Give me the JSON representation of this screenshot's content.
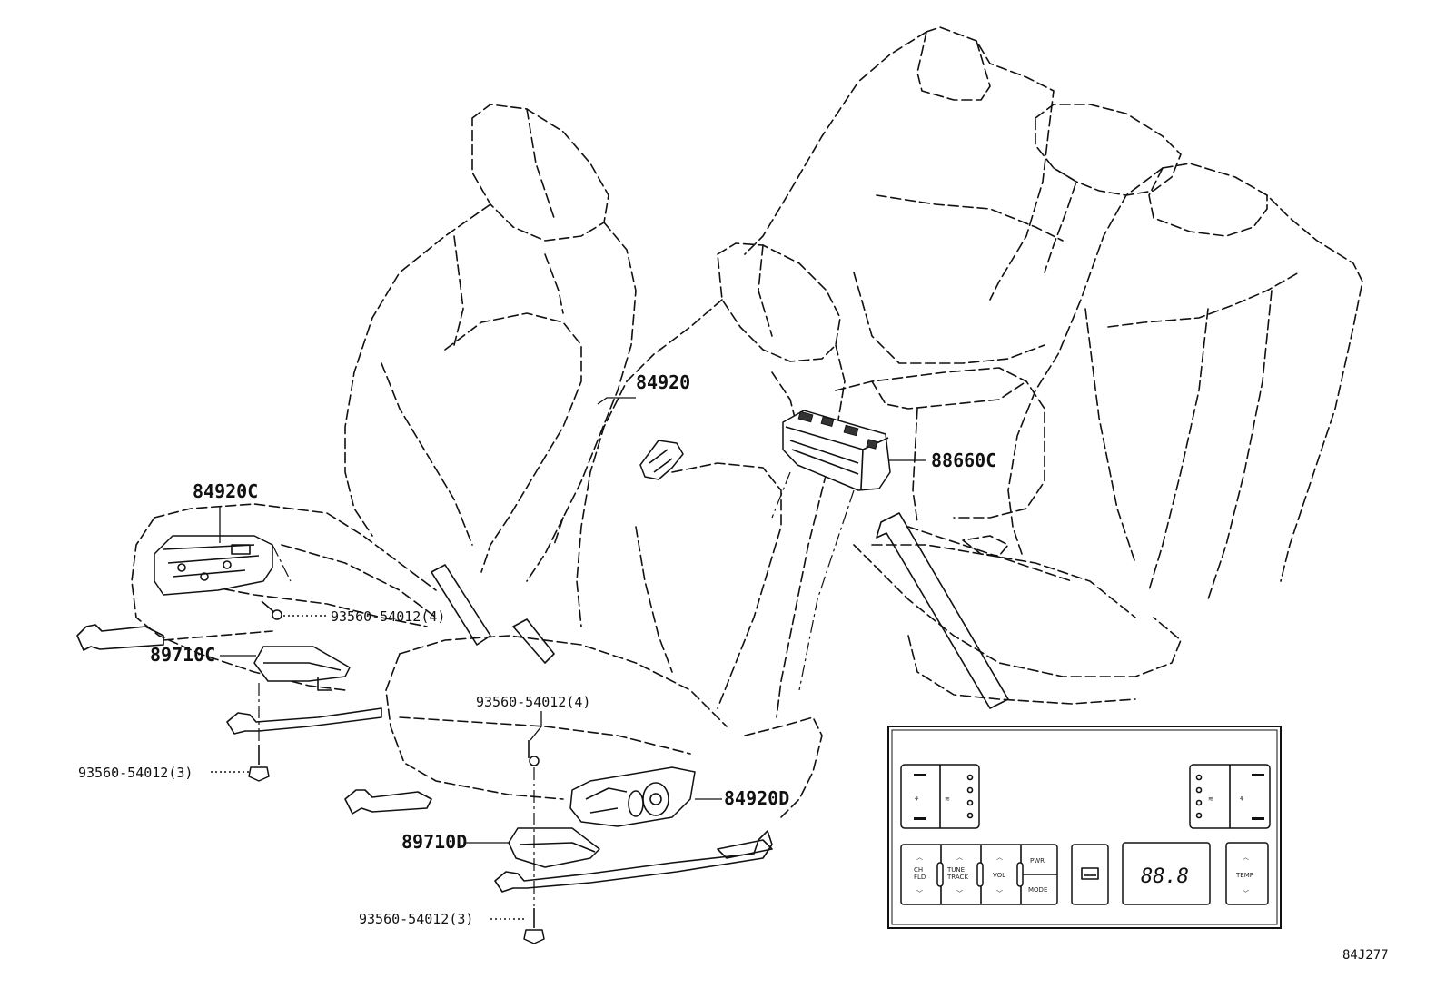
{
  "diagram": {
    "callouts": {
      "c84920": "84920",
      "c84920C": "84920C",
      "c88660C": "88660C",
      "c84920D": "84920D",
      "c89710C": "89710C",
      "c89710D": "89710D",
      "bolt_front_4": "93560-54012(4)",
      "bolt_left_4": "93560-54012(4)",
      "bolt_left_3": "93560-54012(3)",
      "bolt_front_3": "93560-54012(3)"
    },
    "panel": {
      "ch_fld": "CH\nFLD",
      "tune_track": "TUNE\nTRACK",
      "vol": "VOL",
      "pwr": "PWR",
      "mode": "MODE",
      "temp": "TEMP",
      "display": "88.8"
    },
    "reference_code": "84J277"
  }
}
